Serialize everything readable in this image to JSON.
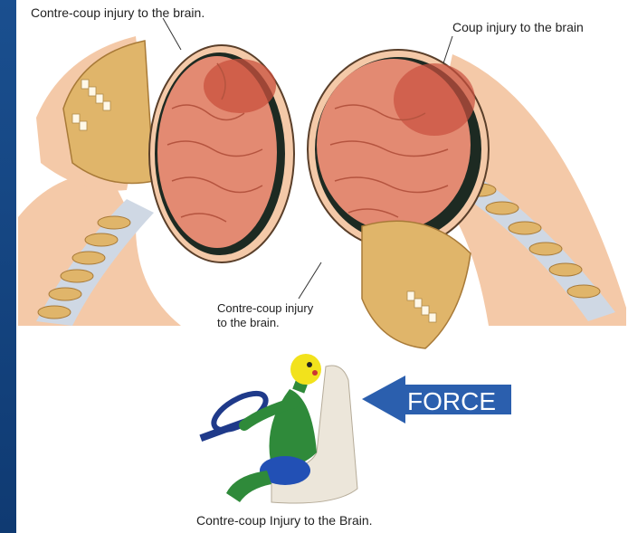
{
  "labels": {
    "top_left": "Contre-coup injury to the brain.",
    "top_right": "Coup injury to the brain",
    "middle": "Contre-coup injury\nto the brain.",
    "caption": "Contre-coup Injury to the Brain."
  },
  "force_arrow": {
    "label": "FORCE",
    "color": "#2b5fae"
  },
  "colors": {
    "strip": "#1a4f8f",
    "skin": "#f4c9a8",
    "bone": "#e0b56a",
    "brain": "#e38a72",
    "brain_dark": "#c9503e",
    "spine_channel": "#cfd8e4"
  }
}
